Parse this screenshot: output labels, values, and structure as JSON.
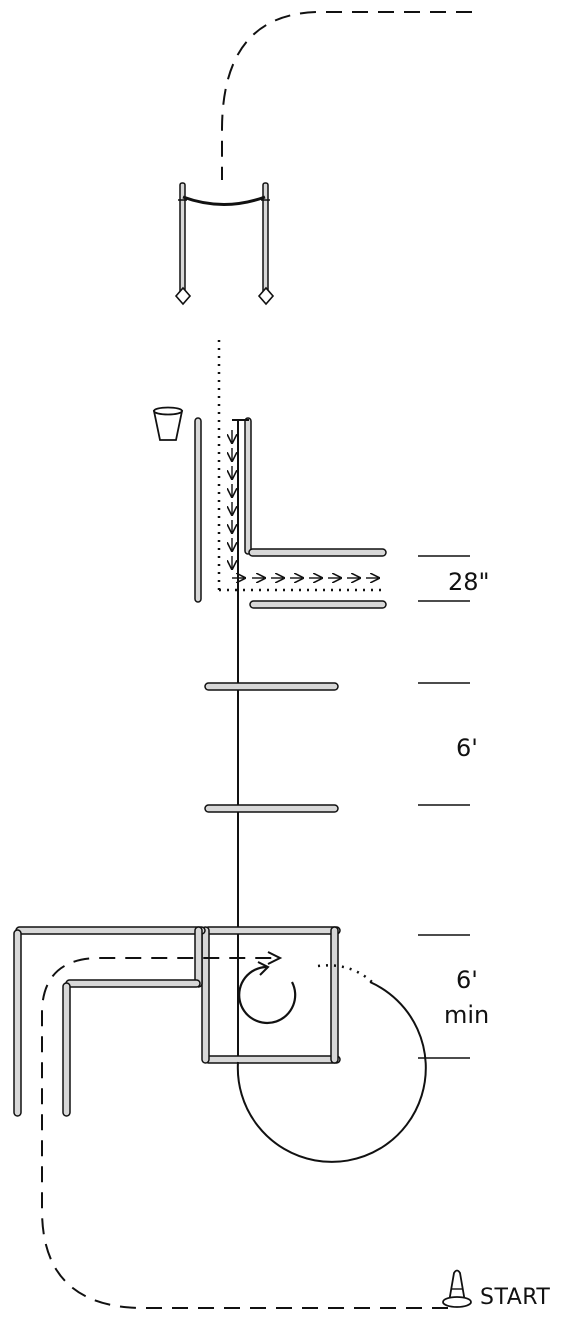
{
  "colors": {
    "ink": "#111111",
    "rail_fill": "#d8d8d8"
  },
  "labels": {
    "gap_width": "28\"",
    "spacing": "6'",
    "spacing_min_value": "6'",
    "spacing_min_unit": "min",
    "start": "START"
  },
  "icons": {
    "cone": "traffic-cone-icon",
    "bucket": "bucket-icon",
    "arrow": "arrow-icon",
    "turn": "circular-turn-arrow-icon"
  }
}
